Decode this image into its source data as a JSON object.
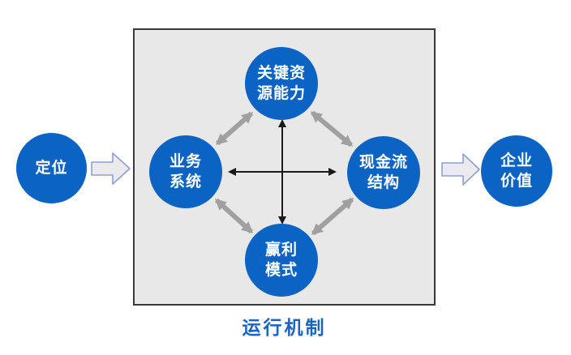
{
  "diagram": {
    "caption": "运行机制",
    "nodes": {
      "positioning": {
        "label": "定位"
      },
      "key_resources": {
        "line1": "关键资",
        "line2": "源能力"
      },
      "business_system": {
        "line1": "业务",
        "line2": "系统"
      },
      "cash_flow": {
        "line1": "现金流",
        "line2": "结构"
      },
      "profit_model": {
        "line1": "赢利",
        "line2": "模式"
      },
      "enterprise_value": {
        "line1": "企业",
        "line2": "价值"
      }
    },
    "colors": {
      "node_fill": "#0b63c4",
      "node_text": "#ffffff",
      "box_fill": "#e8e8e8",
      "box_border": "#3a3a3a",
      "diamond_arrow": "#a0a0a0",
      "cross_arrow": "#1a1a1a",
      "flow_arrow_fill": "#ebebee",
      "flow_arrow_stroke": "#8f9fd4",
      "caption_color": "#1565c8"
    }
  }
}
